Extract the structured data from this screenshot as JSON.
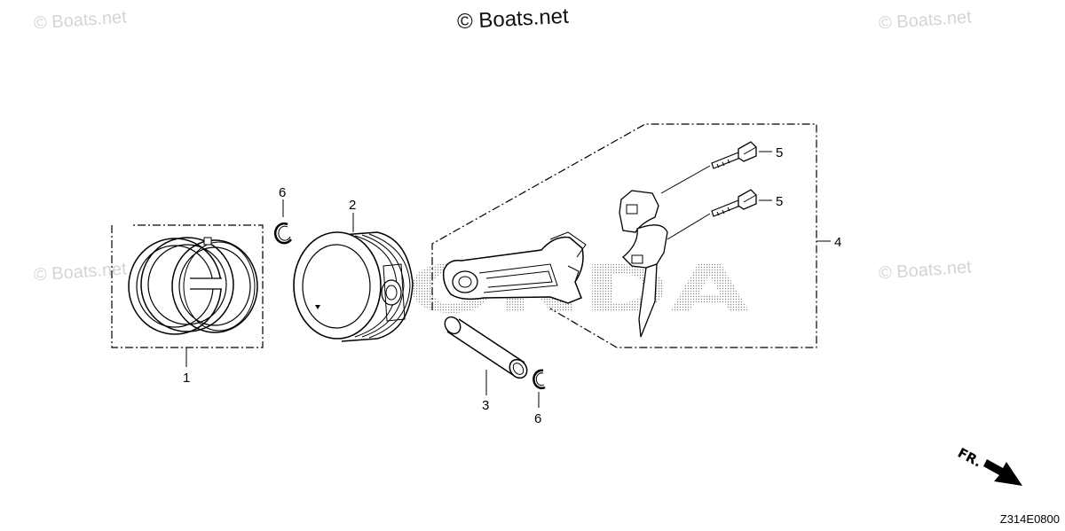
{
  "watermarks": {
    "top_left": "© Boats.net",
    "top_center": "© Boats.net",
    "top_right": "© Boats.net",
    "mid_left": "© Boats.net",
    "mid_right": "© Boats.net"
  },
  "brand_watermark": "HONDA",
  "callouts": {
    "piston_ring_set": "1",
    "piston": "2",
    "piston_pin": "3",
    "connecting_rod": "4",
    "rod_bolt_upper": "5",
    "rod_bolt_lower": "5",
    "pin_clip_upper": "6",
    "pin_clip_lower": "6"
  },
  "direction_indicator": "FR.",
  "diagram_code": "Z314E0800"
}
